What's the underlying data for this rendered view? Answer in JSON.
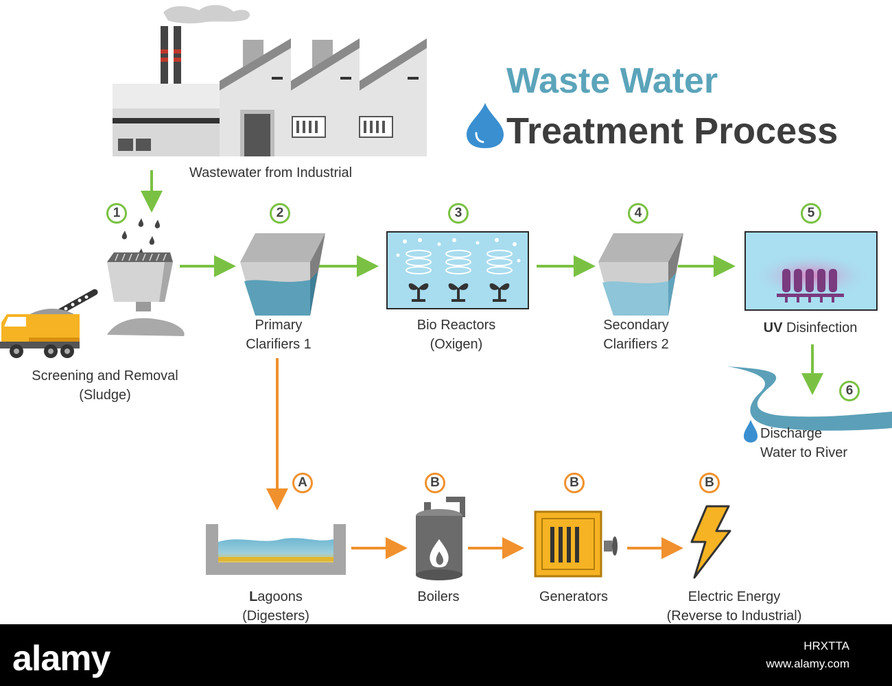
{
  "title": {
    "line1": "Waste Water",
    "line2": "Treatment Process"
  },
  "source_label": "Wastewater from Industrial",
  "steps": [
    {
      "num": "1",
      "label": "Screening and Removal\n(Sludge)"
    },
    {
      "num": "2",
      "label": "Primary\nClarifiers 1"
    },
    {
      "num": "3",
      "label": "Bio Reactors\n(Oxigen)"
    },
    {
      "num": "4",
      "label": "Secondary\nClarifiers 2"
    },
    {
      "num": "5",
      "label_bold": "UV",
      "label": " Disinfection"
    },
    {
      "num": "6",
      "label": "Discharge\nWater to River"
    }
  ],
  "energy_steps": [
    {
      "letter": "A",
      "label_bold": "L",
      "label": "agoons\n(Digesters)"
    },
    {
      "letter": "B",
      "label": "Boilers"
    },
    {
      "letter": "B",
      "label": "Generators"
    },
    {
      "letter": "B",
      "label": "Electric Energy\n(Reverse to Industrial)"
    }
  ],
  "watermark": {
    "logo": "alamy",
    "id": "HRXTTA",
    "url": "www.alamy.com"
  },
  "colors": {
    "main_flow": "#7ac143",
    "energy_flow": "#f0912e",
    "title_accent": "#5ba4ba",
    "title_dark": "#3d3d3d",
    "water": "#5ba0b8"
  }
}
